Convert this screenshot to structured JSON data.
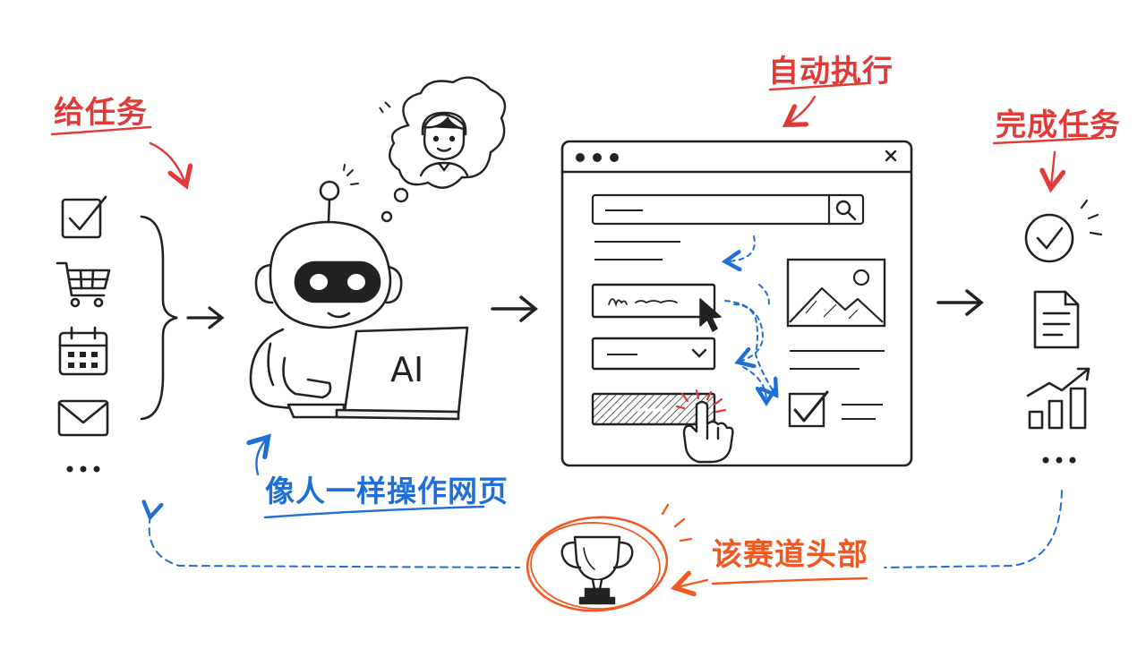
{
  "labels": {
    "give_task": "给任务",
    "auto_execute": "自动执行",
    "complete_task": "完成任务",
    "browse_like_human": "像人一样操作网页",
    "top_of_leaderboard": "该赛道头部"
  },
  "laptop_text": "AI",
  "ellipsis": "...",
  "left_icons": [
    "checkbox-icon",
    "shopping-cart-icon",
    "calendar-icon",
    "mail-icon"
  ],
  "right_icons": [
    "check-circle-icon",
    "document-icon",
    "growth-chart-icon"
  ],
  "colors": {
    "ink": "#222222",
    "red": "#e23a36",
    "blue": "#1f6fd6",
    "orange": "#ef5a24"
  }
}
